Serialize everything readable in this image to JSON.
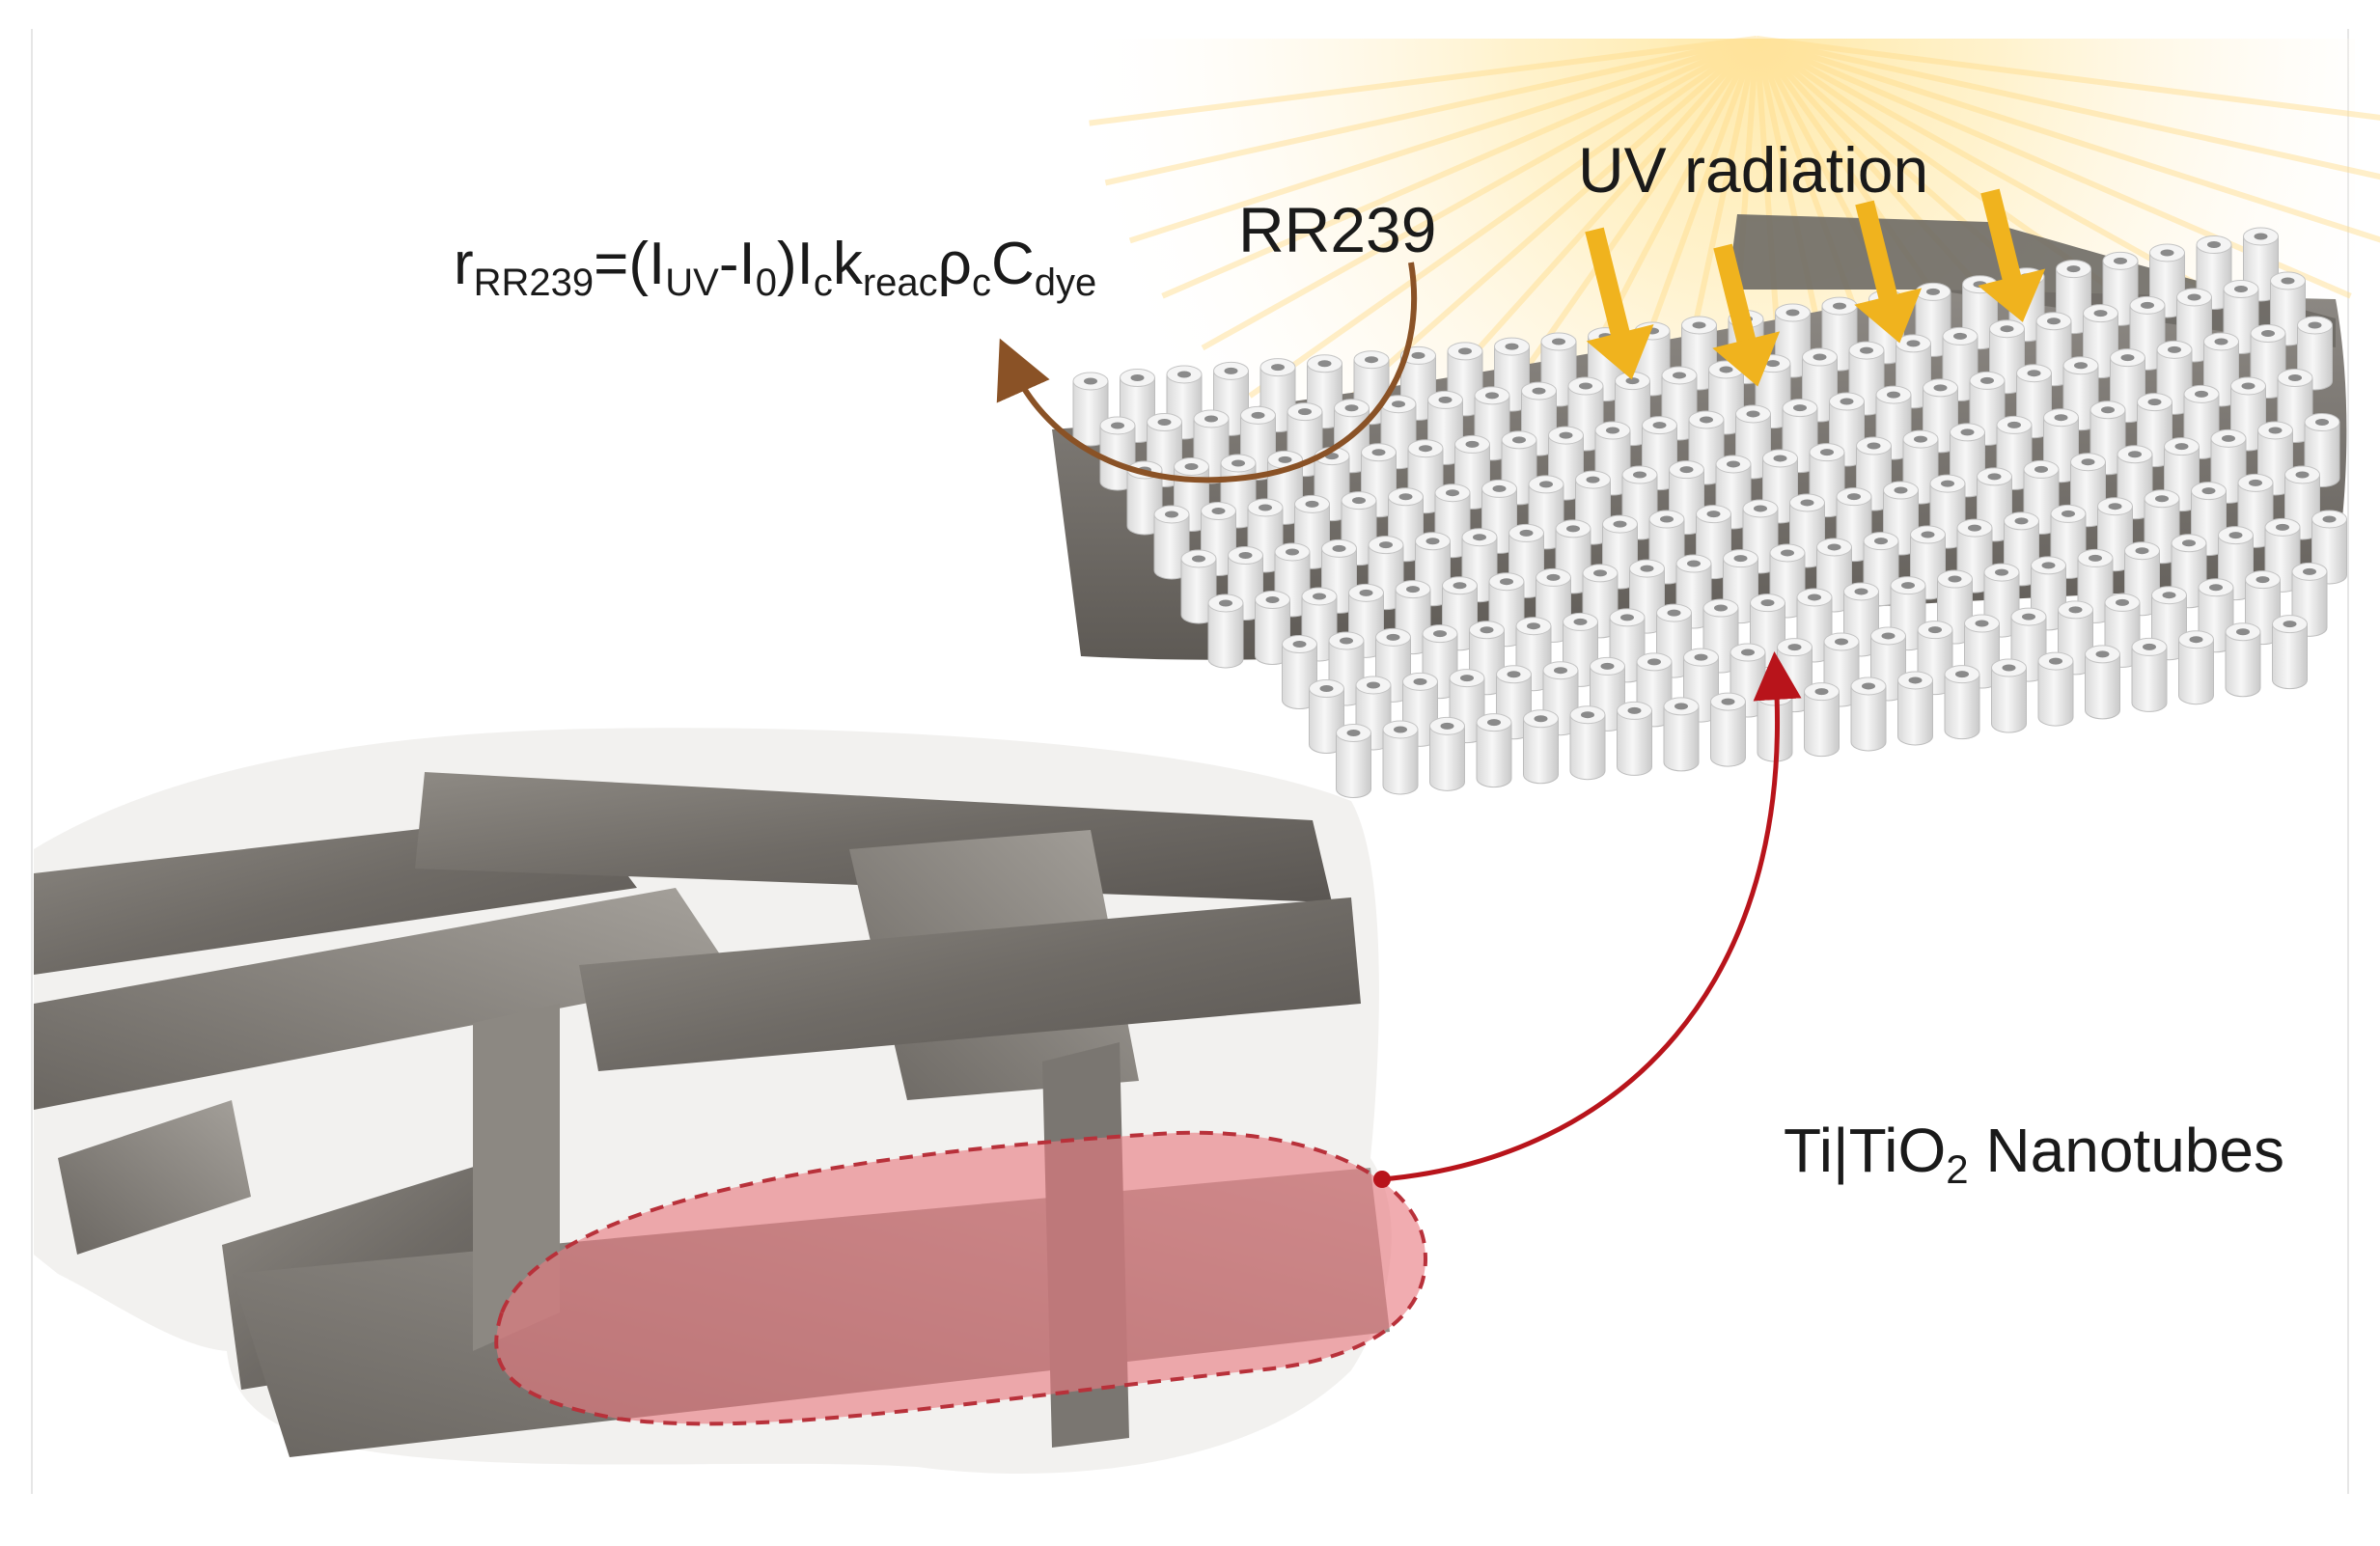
{
  "labels": {
    "uv_radiation": "UV radiation",
    "dye": "RR239",
    "nanotubes_prefix": "Ti|TiO",
    "nanotubes_sub": "2",
    "nanotubes_suffix": " Nanotubes"
  },
  "rate_equation": {
    "r": "r",
    "r_sub": "RR239",
    "eq_open": "=(I",
    "iuv_sub": "UV",
    "minus_i": "-I",
    "i0_sub": "0",
    "close_i": ")I",
    "c_sub": "c",
    "k": "k",
    "k_sub": "reac",
    "rho": "ρ",
    "rho_sub": "c",
    "C": "C",
    "C_sub": "dye"
  },
  "colors": {
    "uv_arrow": "#f0b31e",
    "dye_arrow": "#8a5226",
    "link_arrow": "#b8141b",
    "highlight_fill": "#e8797f",
    "highlight_edge": "#b8313a",
    "metal": "#74706b",
    "tube": "#eeeeee"
  },
  "icons": {
    "sun": "sun-glow",
    "lattice": "titanium-mesh-lattice",
    "tubes": "nanotube-array"
  }
}
